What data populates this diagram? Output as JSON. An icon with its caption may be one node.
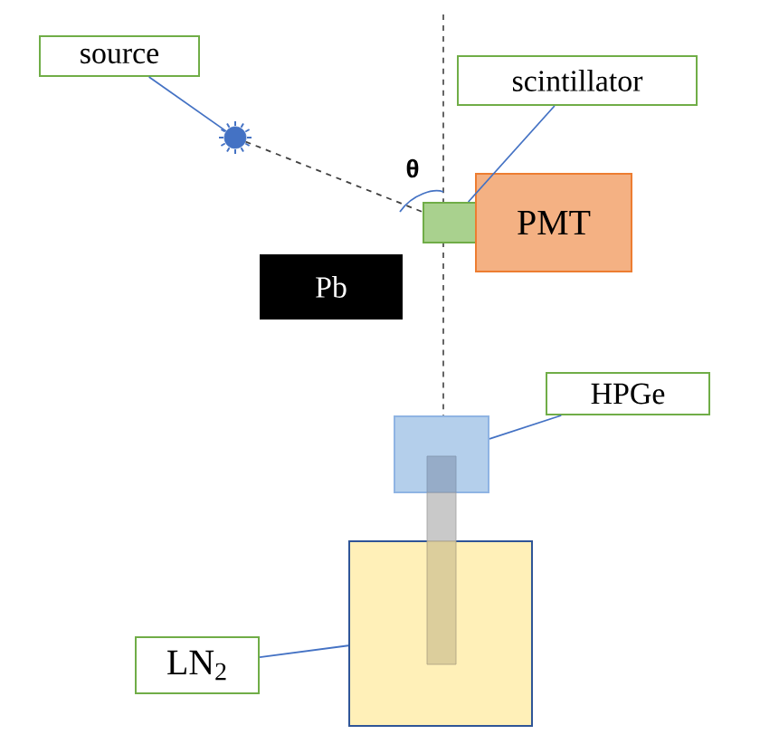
{
  "diagram": {
    "nodes": [
      {
        "text": [
          "source"
        ]
      },
      {
        "text": [],
        "shape": "star"
      },
      {
        "text": [
          "scintillator"
        ]
      },
      {
        "text": [],
        "shape": "box"
      },
      {
        "text": [
          "PMT"
        ]
      },
      {
        "text": [
          "Pb"
        ]
      },
      {
        "text": [
          "HPGe"
        ]
      },
      {
        "text": [],
        "shape": "box"
      },
      {
        "text": [
          "LN$_{2}$"
        ]
      },
      {
        "text": [],
        "shape": "box"
      }
    ],
    "edges": [
      {
        "from": 0,
        "to": 1,
        "arrow": "none"
      },
      {
        "from": 1,
        "to": 3,
        "arrow": "none",
        "style": "dashed",
        "color": "#404040"
      },
      {
        "from": 2,
        "to": 3,
        "arrow": "none"
      },
      {
        "from": 6,
        "to": 7,
        "arrow": "none"
      },
      {
        "from": 8,
        "to": 9,
        "arrow": "none"
      }
    ],
    "labels": [
      "θ"
    ]
  }
}
